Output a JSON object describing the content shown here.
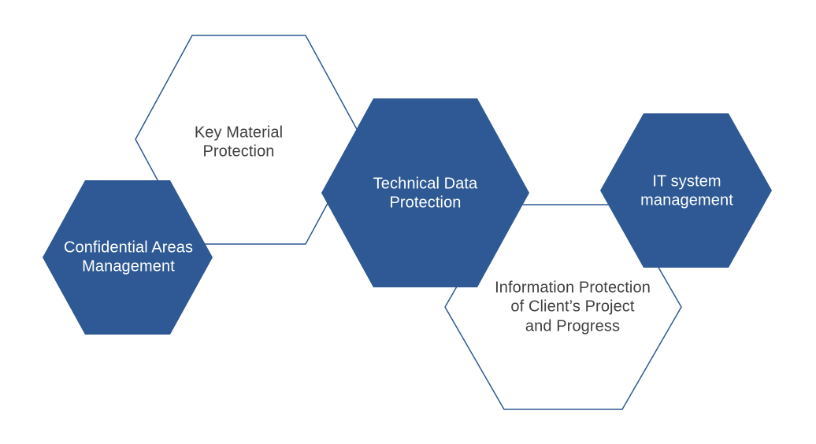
{
  "diagram": {
    "type": "hexagon-cluster",
    "background": "#ffffff",
    "colors": {
      "hex_fill": "#2E5994",
      "hex_outline": "#2E5994",
      "text_dark": "#404040",
      "text_light": "#ffffff"
    },
    "hexagons": [
      {
        "id": "key-material-protection",
        "style": "outline",
        "label": "Key Material\nProtection"
      },
      {
        "id": "confidential-areas-management",
        "style": "filled",
        "label": "Confidential Areas\nManagement"
      },
      {
        "id": "technical-data-protection",
        "style": "filled",
        "label": "Technical Data\nProtection"
      },
      {
        "id": "it-system-management",
        "style": "filled",
        "label": "IT system\nmanagement"
      },
      {
        "id": "information-protection",
        "style": "outline",
        "label": "Information Protection\nof Client’s Project\nand Progress"
      }
    ]
  }
}
